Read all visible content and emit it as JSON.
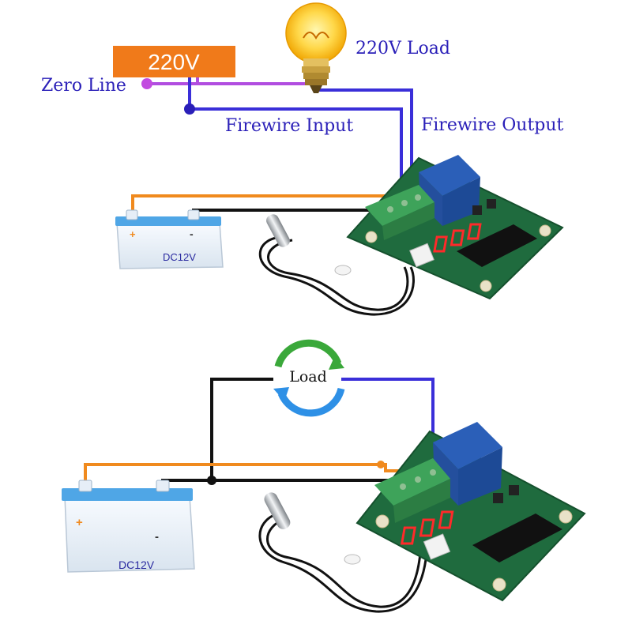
{
  "top": {
    "voltage_label": "220V",
    "zero_line_label": "Zero Line",
    "load_label": "220V Load",
    "firewire_input_label": "Firewire Input",
    "firewire_output_label": "Firewire Output",
    "battery_label": "DC12V",
    "battery_plus": "+",
    "battery_minus": "-"
  },
  "bottom": {
    "load_label": "Load",
    "battery_label": "DC12V",
    "battery_plus": "+",
    "battery_minus": "-"
  },
  "colors": {
    "orange_wire": "#f08a1e",
    "blue_wire": "#3a2fd9",
    "purple_wire": "#b14de0",
    "black_wire": "#111111",
    "pcb_green": "#1f6b3e",
    "terminal_green": "#3ea35a",
    "relay_blue": "#2b5fb8",
    "display_red": "#ff2a2a"
  }
}
